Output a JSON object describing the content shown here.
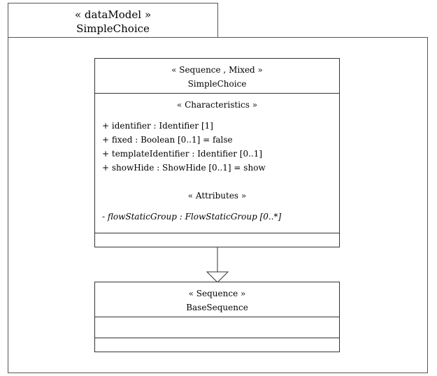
{
  "package": {
    "stereotype": "« dataModel »",
    "name": "SimpleChoice"
  },
  "simple_choice": {
    "stereotype": "« Sequence , Mixed »",
    "name": "SimpleChoice",
    "characteristics_heading": "« Characteristics »",
    "characteristics": [
      "+ identifier : Identifier [1]",
      "+ fixed : Boolean [0..1] = false",
      "+ templateIdentifier : Identifier [0..1]",
      "+ showHide : ShowHide [0..1] = show"
    ],
    "attributes_heading": "« Attributes »",
    "attributes": [
      "- flowStaticGroup : FlowStaticGroup [0..*]"
    ]
  },
  "base_sequence": {
    "stereotype": "« Sequence »",
    "name": "BaseSequence"
  }
}
